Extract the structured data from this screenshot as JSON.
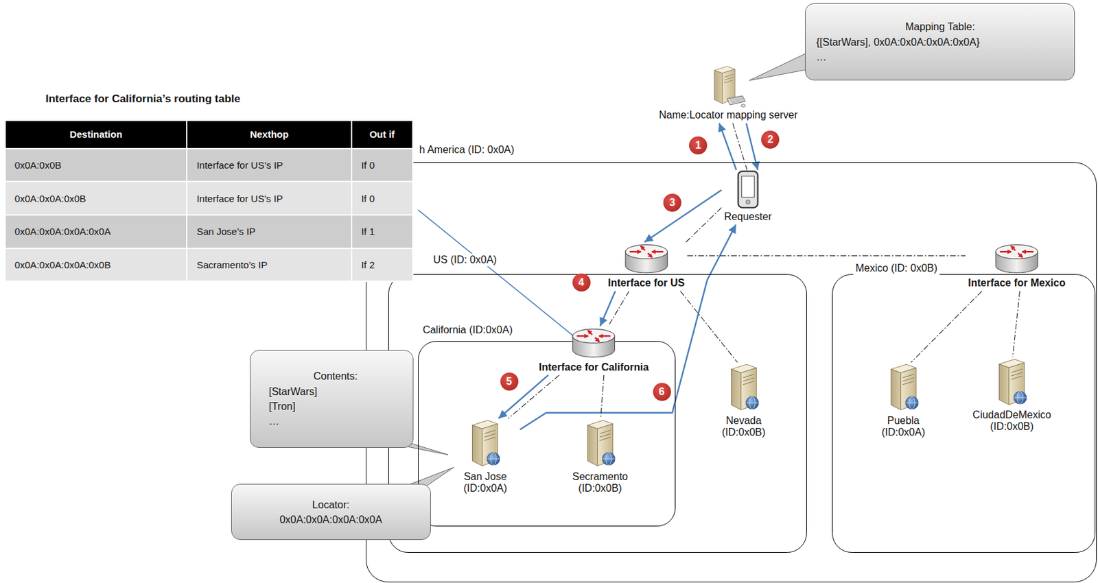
{
  "diagram": {
    "nodes": [
      {
        "text": [
          "h America (ID: 0x0A)"
        ]
      },
      {
        "text": [
          "US (ID: 0x0A)"
        ],
        "in": 0
      },
      {
        "text": [
          "California (ID:0x0A)"
        ],
        "in": 1
      },
      {
        "text": [
          "Mexico (ID: 0x0B)"
        ],
        "in": 0
      },
      {
        "text": [
          "Name:Locator mapping server"
        ]
      },
      {
        "text": [
          "Mapping Table:",
          "{[StarWars], 0x0A:0x0A:0x0A:0x0A}",
          "…"
        ]
      },
      {
        "text": [
          "Requester"
        ],
        "in": 0
      },
      {
        "text": [
          "Interface for US"
        ],
        "in": 1
      },
      {
        "text": [
          "Interface for California"
        ],
        "in": 2
      },
      {
        "text": [
          "San Jose (ID:0x0A)"
        ],
        "in": 2
      },
      {
        "text": [
          "Secramento (ID:0x0B)"
        ],
        "in": 2
      },
      {
        "text": [
          "Nevada (ID:0x0B)"
        ],
        "in": 1
      },
      {
        "text": [
          "Interface for Mexico"
        ],
        "in": 3
      },
      {
        "text": [
          "Puebla (ID:0x0A)"
        ],
        "in": 3
      },
      {
        "text": [
          "CiudadDeMexico (ID:0x0B)"
        ],
        "in": 3
      },
      {
        "text": [
          "Contents:",
          "[StarWars]",
          "[Tron]",
          "…"
        ]
      },
      {
        "text": [
          "Locator:",
          "0x0A:0x0A:0x0A:0x0A"
        ]
      }
    ],
    "edges": [
      {
        "from": 6,
        "to": 4,
        "arrow": "to",
        "label": "1"
      },
      {
        "from": 4,
        "to": 6,
        "arrow": "to",
        "label": "2"
      },
      {
        "from": 6,
        "to": 7,
        "arrow": "to",
        "label": "3"
      },
      {
        "from": 7,
        "to": 8,
        "arrow": "to",
        "label": "4"
      },
      {
        "from": 8,
        "to": 9,
        "arrow": "to",
        "label": "5"
      },
      {
        "from": 9,
        "to": 6,
        "arrow": "to",
        "label": "6"
      },
      {
        "from": 4,
        "to": 6,
        "arrow": "none"
      },
      {
        "from": 6,
        "to": 7,
        "arrow": "none"
      },
      {
        "from": 7,
        "to": 12,
        "arrow": "none"
      },
      {
        "from": 7,
        "to": 8,
        "arrow": "none"
      },
      {
        "from": 7,
        "to": 11,
        "arrow": "none"
      },
      {
        "from": 8,
        "to": 9,
        "arrow": "none"
      },
      {
        "from": 8,
        "to": 10,
        "arrow": "none"
      },
      {
        "from": 12,
        "to": 13,
        "arrow": "none"
      },
      {
        "from": 12,
        "to": 14,
        "arrow": "none"
      }
    ],
    "labels": [
      "Interface for California’s routing table",
      "Destination",
      "Nexthop",
      "Out if",
      "0x0A:0x0B",
      "Interface for US’s IP",
      "If 0",
      "0x0A:0x0A:0x0B",
      "Interface for US's IP",
      "If 0",
      "0x0A:0x0A:0x0A:0x0A",
      "San Jose’s IP",
      "If 1",
      "0x0A:0x0A:0x0A:0x0B",
      "Sacramento’s IP",
      "If 2"
    ]
  }
}
